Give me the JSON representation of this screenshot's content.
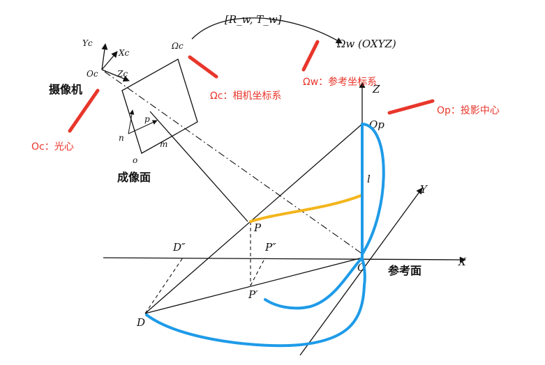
{
  "transform_label": "[R_w, T_w]",
  "omega_c": "Ωc",
  "omega_w": "Ωw (OXYZ)",
  "camera": {
    "yc": "Yc",
    "xc": "Xc",
    "zc": "Zc",
    "oc": "Oc",
    "label": "摄像机"
  },
  "image_plane": {
    "p": "p",
    "n": "n",
    "m": "m",
    "o": "o",
    "label": "成像面"
  },
  "world": {
    "z": "Z",
    "op": "Op",
    "l": "l",
    "y": "Y",
    "x": "X",
    "o": "O",
    "label": "参考面"
  },
  "points": {
    "P": "P",
    "D2": "D″",
    "P2": "P″",
    "P1": "P′",
    "D": "D"
  },
  "annotations": {
    "omega_w_note": "Ωw：参考坐标系",
    "omega_c_note": "Ωc：相机坐标系",
    "op_note": "Op：投影中心",
    "oc_note": "Oc：光心"
  },
  "colors": {
    "annotation": "#e8362b",
    "highlight_blue": "#1e9be8",
    "highlight_yellow": "#f3b51c"
  }
}
